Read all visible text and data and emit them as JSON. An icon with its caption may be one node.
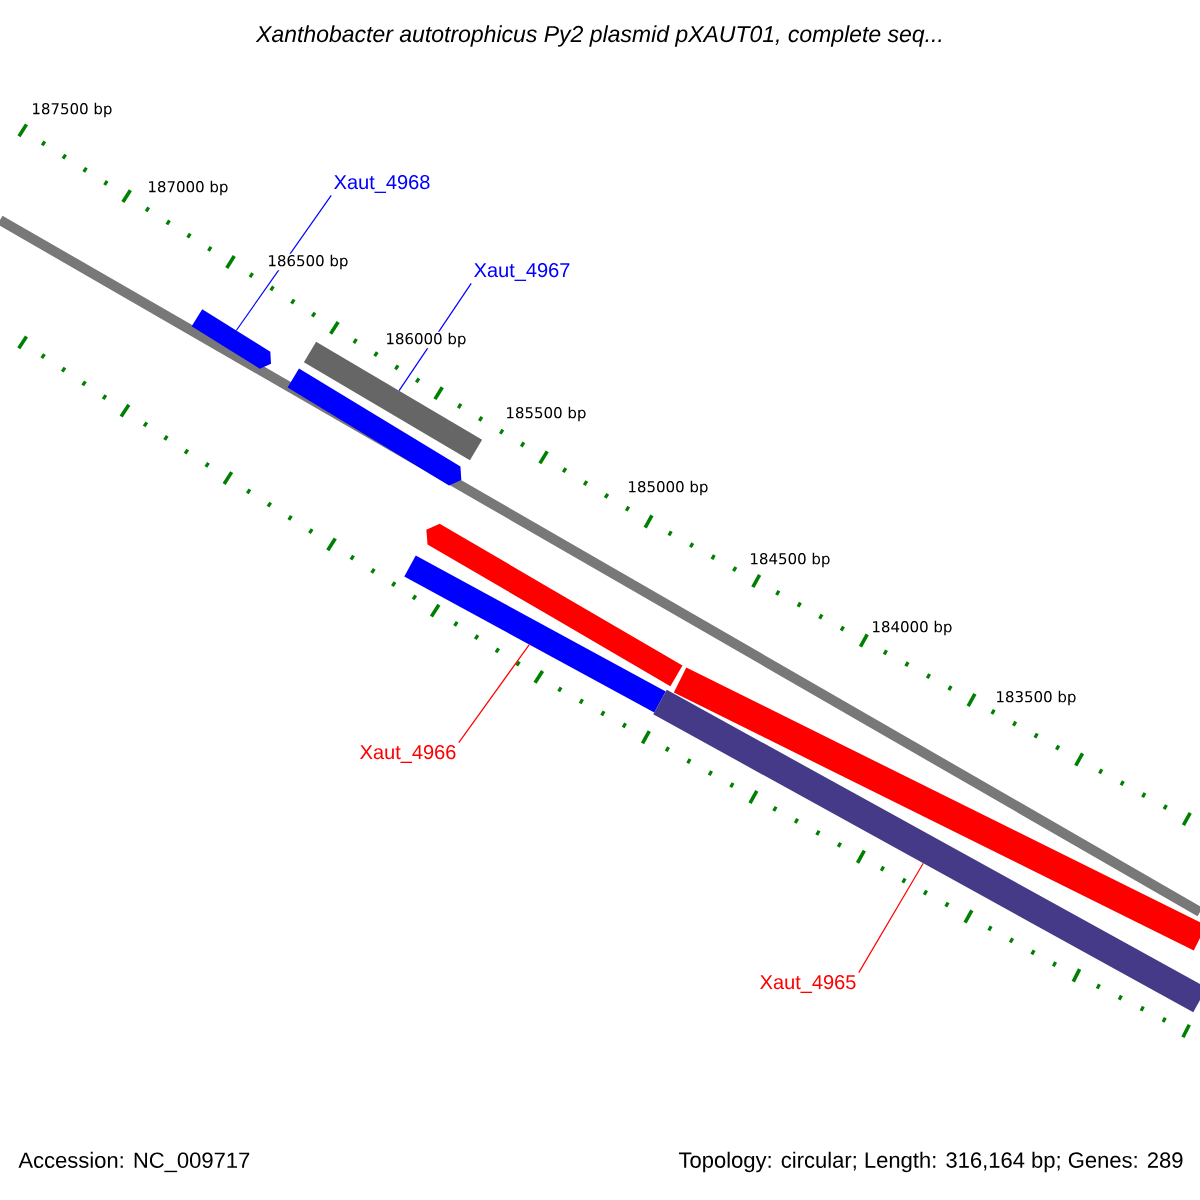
{
  "diagram": {
    "title": "Xanthobacter autotrophicus Py2 plasmid pXAUT01, complete seq...",
    "nodes": [
      {
        "text": [
          "Xaut_4968"
        ]
      },
      {
        "text": [
          "Xaut_4967"
        ]
      },
      {
        "text": [
          "Xaut_4966"
        ]
      },
      {
        "text": [
          "Xaut_4965"
        ]
      },
      {
        "text": [],
        "shape": "bar"
      },
      {
        "text": [],
        "shape": "bar"
      },
      {
        "text": [],
        "shape": "bar"
      },
      {
        "text": [],
        "shape": "bar"
      },
      {
        "text": [],
        "shape": "bar"
      },
      {
        "text": [],
        "shape": "bar"
      },
      {
        "text": [],
        "shape": "bar"
      }
    ],
    "edges": [
      {
        "from": 0,
        "to": 4,
        "arrow": "none",
        "color": "#0000ff"
      },
      {
        "from": 1,
        "to": 5,
        "arrow": "none",
        "color": "#0000ff"
      },
      {
        "from": 2,
        "to": 9,
        "arrow": "none",
        "color": "#ff0000"
      },
      {
        "from": 3,
        "to": 10,
        "arrow": "none",
        "color": "#ff0000"
      }
    ],
    "labels": [
      "187500 bp",
      "187000 bp",
      "186500 bp",
      "186000 bp",
      "185500 bp",
      "185000 bp",
      "184500 bp",
      "184000 bp",
      "183500 bp",
      "Accession: NC_009717",
      "Topology: circular; Length: 316,164 bp; Genes: 289"
    ]
  }
}
